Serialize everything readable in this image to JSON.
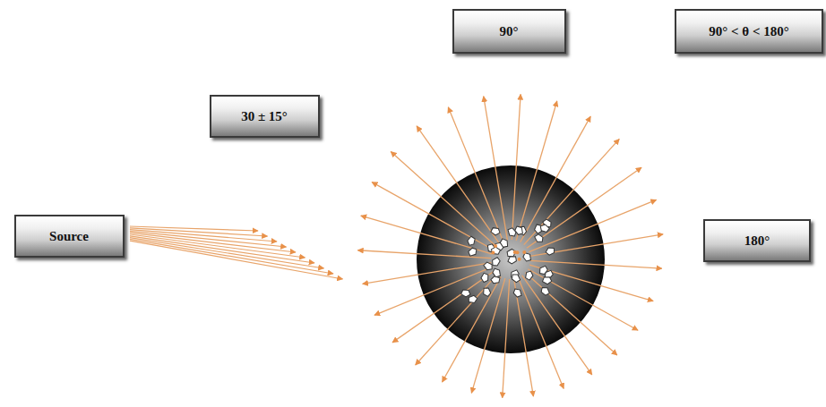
{
  "diagram": {
    "nodes": [
      {
        "text": [
          "Source"
        ]
      },
      {
        "text": [
          "30 ± 15°"
        ]
      },
      {
        "text": [
          "90°"
        ]
      },
      {
        "text": [
          "90° < θ < 180°"
        ]
      },
      {
        "text": [
          "180°"
        ]
      }
    ]
  }
}
